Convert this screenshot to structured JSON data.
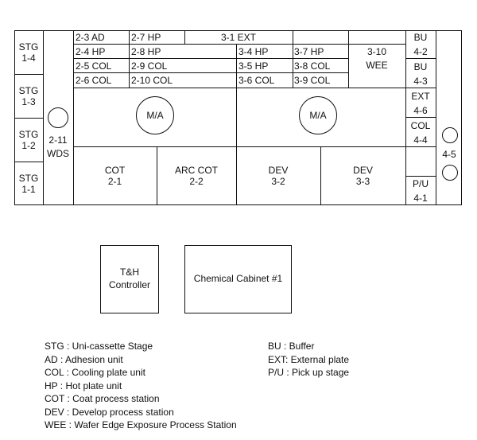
{
  "stg": [
    "STG 1-4",
    "STG 1-3",
    "STG 1-2",
    "STG 1-1"
  ],
  "wds": {
    "num": "2-11",
    "name": "WDS"
  },
  "grid_left": [
    [
      "2-3 AD",
      "2-7 HP"
    ],
    [
      "2-4 HP",
      "2-8 HP"
    ],
    [
      "2-5 COL",
      "2-9 COL"
    ],
    [
      "2-6 COL",
      "2-10 COL"
    ]
  ],
  "grid_top_title": "3-1 EXT",
  "grid_right": [
    [
      "3-4 HP",
      "3-7 HP"
    ],
    [
      "3-5 HP",
      "3-8 COL"
    ],
    [
      "3-6 COL",
      "3-9 COL"
    ]
  ],
  "wee": {
    "num": "3-10",
    "name": "WEE"
  },
  "ma": "M/A",
  "stations": [
    {
      "name": "COT",
      "num": "2-1"
    },
    {
      "name": "ARC COT",
      "num": "2-2"
    },
    {
      "name": "DEV",
      "num": "3-2"
    },
    {
      "name": "DEV",
      "num": "3-3"
    }
  ],
  "right_col": [
    {
      "name": "BU",
      "num": "4-2"
    },
    {
      "name": "BU",
      "num": "4-3"
    },
    {
      "name": "EXT",
      "num": "4-6"
    },
    {
      "name": "COL",
      "num": "4-4"
    },
    {
      "name": "P/U",
      "num": "4-1"
    }
  ],
  "right_circle_label": "4-5",
  "boxes": {
    "th": "T&H Controller",
    "th_line1": "T&H",
    "th_line2": "Controller",
    "cab": "Chemical Cabinet #1"
  },
  "legend_left": [
    "STG : Uni-cassette Stage",
    "AD : Adhesion unit",
    "COL : Cooling plate unit",
    "HP : Hot plate unit",
    "COT : Coat process station",
    "DEV : Develop process station",
    "WEE : Wafer Edge Exposure Process Station"
  ],
  "legend_right": [
    "BU : Buffer",
    "EXT: External plate",
    "P/U : Pick up stage"
  ]
}
